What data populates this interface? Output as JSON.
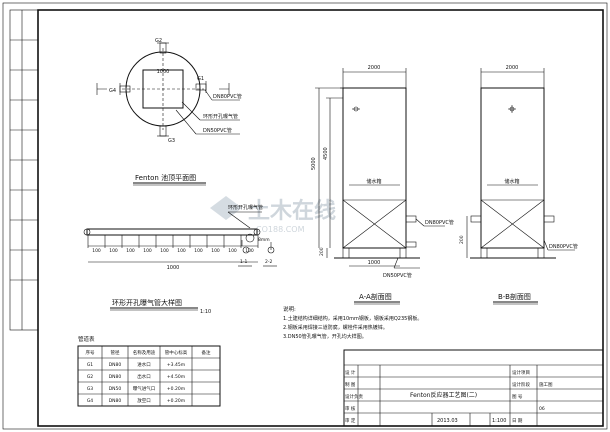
{
  "plan_view": {
    "title": "Fenton 池顶平面图",
    "dim_inner": "1000",
    "labels": [
      "G2",
      "G1",
      "G4",
      "G3",
      "DN80PVC管",
      "环形开孔曝气管",
      "DN50PVC管"
    ]
  },
  "detail_view": {
    "title": "环形开孔曝气管大样图",
    "scale": "1:10",
    "callout": "环形开孔曝气管",
    "spacing": [
      "100",
      "100",
      "100",
      "100",
      "100",
      "100",
      "100",
      "100",
      "100",
      "100"
    ],
    "total": "1000",
    "hole": "8mm",
    "sections": [
      "1-1",
      "2-2"
    ]
  },
  "section_aa": {
    "title": "A-A剖面图",
    "width": "2000",
    "height_total": "5000",
    "height_inner": "4500",
    "inner_label": "储水箱",
    "bottom_dims": [
      "200",
      "1000"
    ],
    "pipe_labels": [
      "DN80PVC管",
      "DN50PVC管"
    ]
  },
  "section_bb": {
    "title": "B-B剖面图",
    "width": "2000",
    "inner_label": "储水箱",
    "bottom_dims": [
      "200"
    ],
    "pipe_labels": [
      "DN80PVC管"
    ]
  },
  "notes": {
    "heading": "说明:",
    "lines": [
      "1.土建结构详细结构，采用10mm钢板，钢板采用Q235钢板。",
      "2.钢板采用焊接三道防腐，螺栓件采用热镀锌。",
      "3.DN50管孔曝气管，开孔均大样图。"
    ]
  },
  "pipe_table": {
    "title": "管道表",
    "headers": [
      "序号",
      "管径",
      "名称及用途",
      "管中心标高",
      "备注"
    ],
    "rows": [
      [
        "G1",
        "DN80",
        "进水口",
        "+3.45m",
        ""
      ],
      [
        "G2",
        "DN80",
        "出水口",
        "+4.50m",
        ""
      ],
      [
        "G3",
        "DN50",
        "曝气进气口",
        "+0.20m",
        ""
      ],
      [
        "G4",
        "DN80",
        "放空口",
        "+0.20m",
        ""
      ]
    ]
  },
  "title_block": {
    "drawing_name": "Fenton反应器工艺图(二)",
    "left_labels": [
      "设 计",
      "制 图",
      "设计负责",
      "审 核",
      "审 定"
    ],
    "right_labels": [
      "设计项目",
      "设计阶段",
      "图 号",
      "日 期"
    ],
    "stage": "施工图",
    "sheet_no": "06",
    "date": "2013.03",
    "scale": "1:100"
  },
  "watermark": {
    "text": "土木在线",
    "sub": "CO188.COM"
  }
}
